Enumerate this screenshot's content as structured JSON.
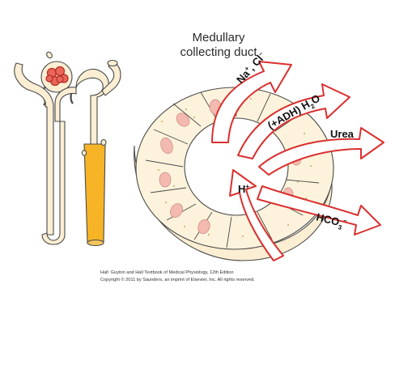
{
  "title": {
    "line1": "Medullary",
    "line2": "collecting duct"
  },
  "arrows": {
    "na_cl": {
      "na": "Na",
      "na_sup": "+",
      "sep": ", Cl",
      "cl_sup": "–"
    },
    "water": {
      "adh": "(+ADH) H",
      "sub": "2",
      "o": "O"
    },
    "urea": "Urea",
    "hplus": {
      "h": "H",
      "sup": "+"
    },
    "hco3": {
      "hco": "HCO",
      "sub": "3",
      "sup": "–"
    }
  },
  "credit": {
    "line1": "Hall: Guyton and Hall Textbook of Medical Physiology, 12th Edition",
    "line2": "Copyright © 2011 by Saunders, an imprint of Elsevier, Inc. All rights reserved."
  },
  "colors": {
    "arrow_outline": "#d9302f",
    "duct_highlight": "#f6b426",
    "tubule": "#fbeed3",
    "cell": "#fdf3dc",
    "nucleus": "#f4b9b0",
    "glomerulus": "#d9453a"
  }
}
